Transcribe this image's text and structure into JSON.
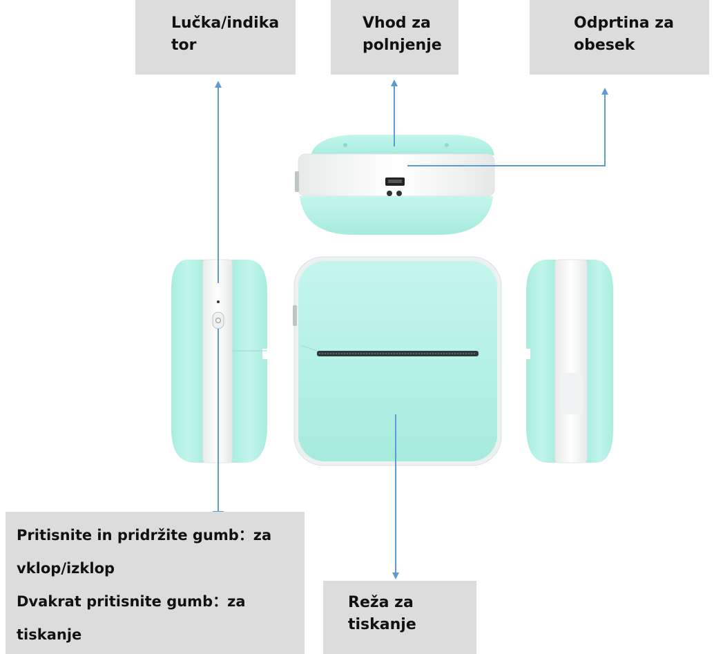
{
  "labels": {
    "indicator": [
      "Lučka/indika",
      "tor"
    ],
    "charging_port": [
      "Vhod za",
      "polnjenje"
    ],
    "hanging_hole": [
      "Odprtina za",
      "obesek"
    ],
    "button_instructions": [
      "Pritisnite in pridržite gumb：za",
      "vklop/izklop",
      "Dvakrat pritisnite gumb：za",
      "tiskanje"
    ],
    "print_slot": [
      "Reža za",
      "tiskanje"
    ]
  },
  "colors": {
    "body_mint": "#b9f2e6",
    "band_white": "#f5f7f7",
    "arrow_blue": "#5b9bd5",
    "label_bg": "#dcdcdc"
  }
}
